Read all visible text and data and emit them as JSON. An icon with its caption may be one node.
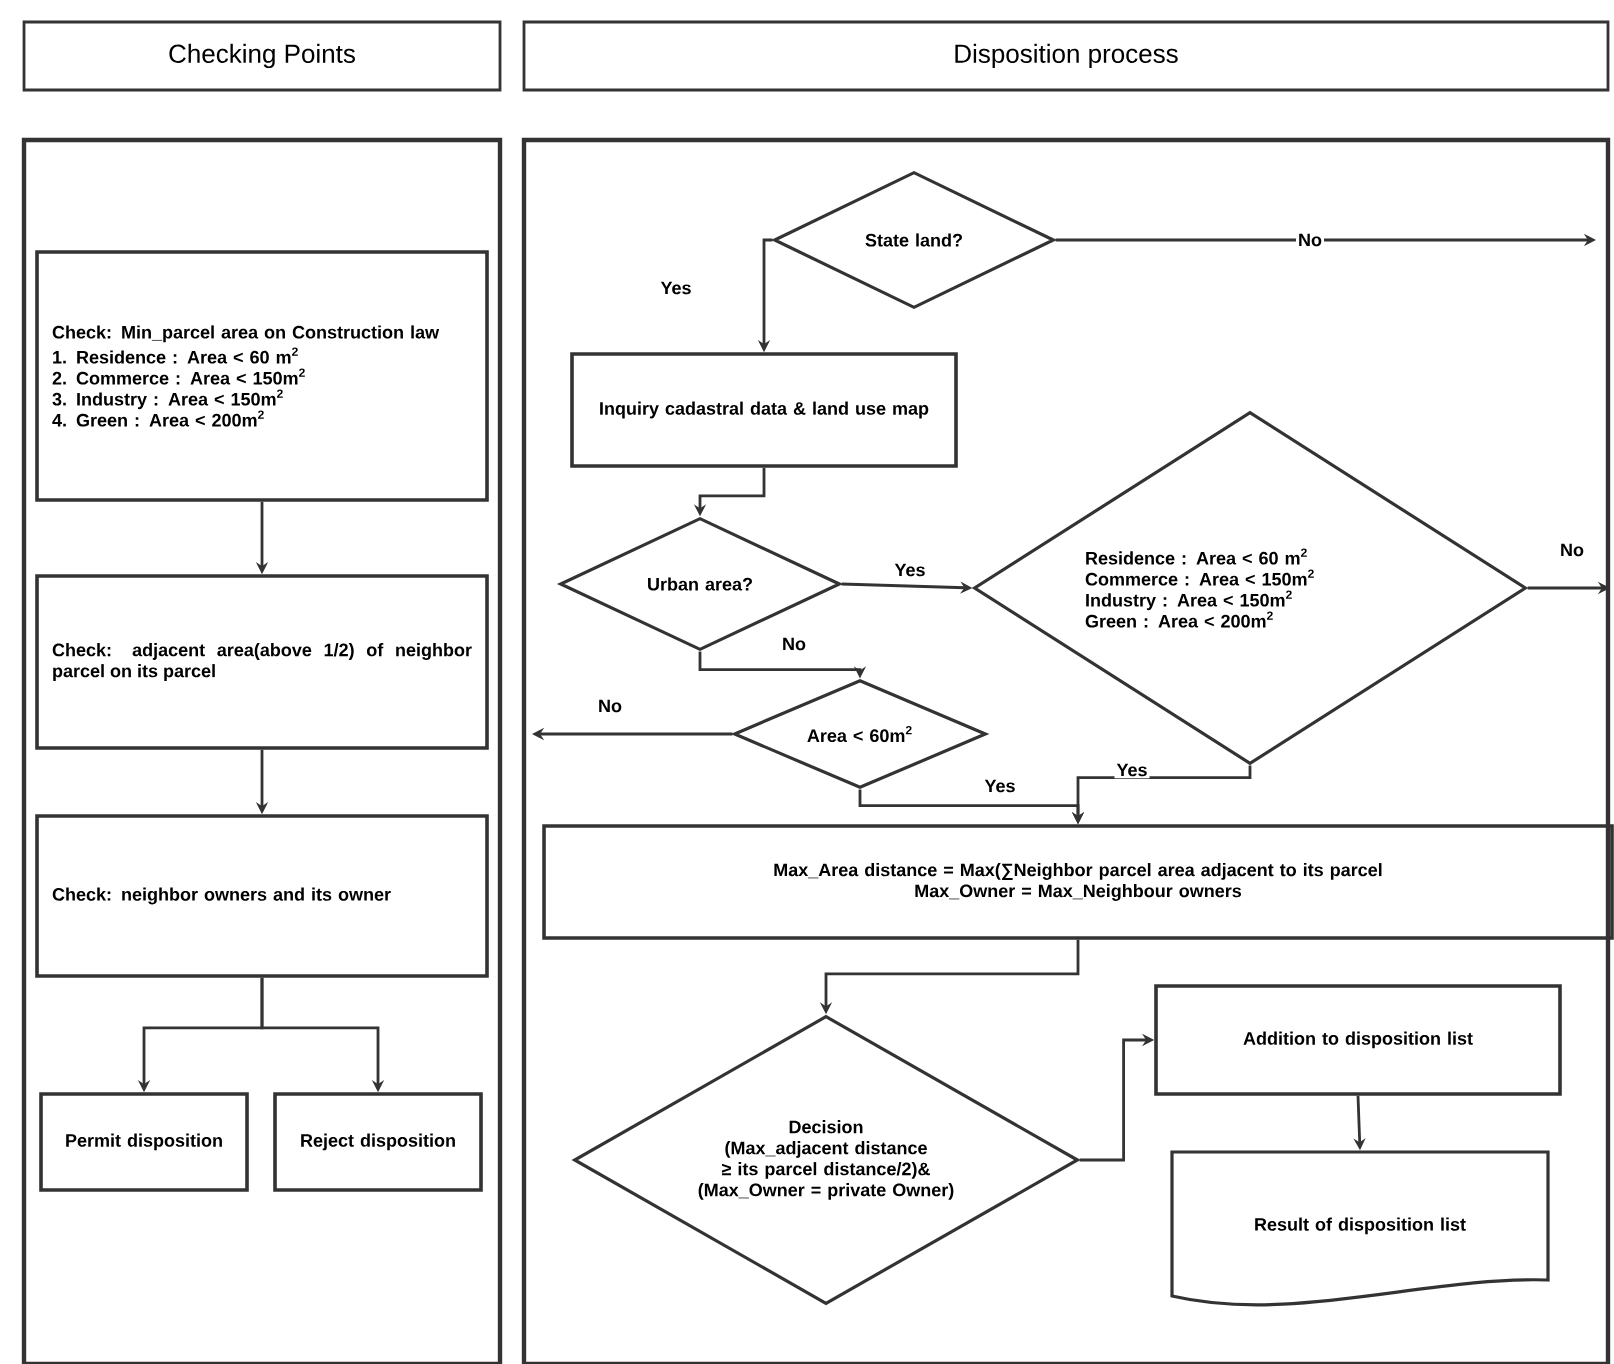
{
  "diagram": {
    "nodes": [
      {
        "text": [
          "Checking Points"
        ]
      },
      {
        "text": [
          "Disposition process"
        ]
      },
      {
        "text": [],
        "shape": "box"
      },
      {
        "text": [],
        "shape": "box"
      },
      {
        "text": [
          "Check: Min_parcel area on Construction law",
          "1. Residence : Area < 60 m$^{2}$",
          "2. Commerce : Area < 150m$^{2}$",
          "3. Industry : Area < 150m$^{2}$",
          "4. Green : Area < 200m$^{2}$"
        ],
        "in": 2
      },
      {
        "text": [
          "Check: adjacent area(above 1/2) of neighbor parcel on its parcel"
        ],
        "in": 2
      },
      {
        "text": [
          "Check: neighbor owners and its owner"
        ],
        "in": 2
      },
      {
        "text": [
          "Permit disposition"
        ],
        "in": 2
      },
      {
        "text": [
          "Reject disposition"
        ],
        "in": 2
      },
      {
        "text": [
          "State land?"
        ],
        "in": 3
      },
      {
        "text": [
          "Inquiry cadastral data & land use map"
        ],
        "in": 3
      },
      {
        "text": [
          "Urban area?"
        ],
        "in": 3
      },
      {
        "text": [
          "Residence : Area < 60 m$^{2}$",
          "Commerce : Area < 150m$^{2}$",
          "Industry : Area < 150m$^{2}$",
          "Green : Area < 200m$^{2}$"
        ],
        "in": 3
      },
      {
        "text": [
          "Area < 60m$^{2}$"
        ],
        "in": 3
      },
      {
        "text": [
          "Max_Area distance = Max(∑Neighbor parcel area adjacent to its parcel",
          "Max_Owner = Max_Neighbour owners"
        ],
        "in": 3
      },
      {
        "text": [
          "Decision",
          "(Max_adjacent distance ≥ its parcel distance/2)& (Max_Owner = private Owner)"
        ],
        "in": 3
      },
      {
        "text": [
          "Addition to disposition list"
        ],
        "in": 3
      },
      {
        "text": [
          "Result of disposition list"
        ],
        "in": 3
      }
    ],
    "edges": [
      {
        "from": 4,
        "to": 5,
        "arrow": "to"
      },
      {
        "from": 5,
        "to": 6,
        "arrow": "to"
      },
      {
        "from": 6,
        "to": 7,
        "arrow": "to"
      },
      {
        "from": 6,
        "to": 8,
        "arrow": "to"
      },
      {
        "from": 9,
        "to": 10,
        "arrow": "to",
        "label": "Yes"
      },
      {
        "from": 9,
        "to": null,
        "arrow": "to",
        "label": "No"
      },
      {
        "from": 10,
        "to": 11,
        "arrow": "to"
      },
      {
        "from": 11,
        "to": 12,
        "arrow": "to",
        "label": "Yes"
      },
      {
        "from": 11,
        "to": 13,
        "arrow": "to",
        "label": "No"
      },
      {
        "from": 12,
        "to": null,
        "arrow": "to",
        "label": "No"
      },
      {
        "from": 13,
        "to": null,
        "arrow": "to",
        "label": "No"
      },
      {
        "from": 13,
        "to": 14,
        "arrow": "to",
        "label": "Yes"
      },
      {
        "from": 12,
        "to": 14,
        "arrow": "to",
        "label": "Yes"
      },
      {
        "from": 14,
        "to": 15,
        "arrow": "to"
      },
      {
        "from": 15,
        "to": 16,
        "arrow": "to"
      },
      {
        "from": 16,
        "to": 17,
        "arrow": "to"
      }
    ]
  }
}
